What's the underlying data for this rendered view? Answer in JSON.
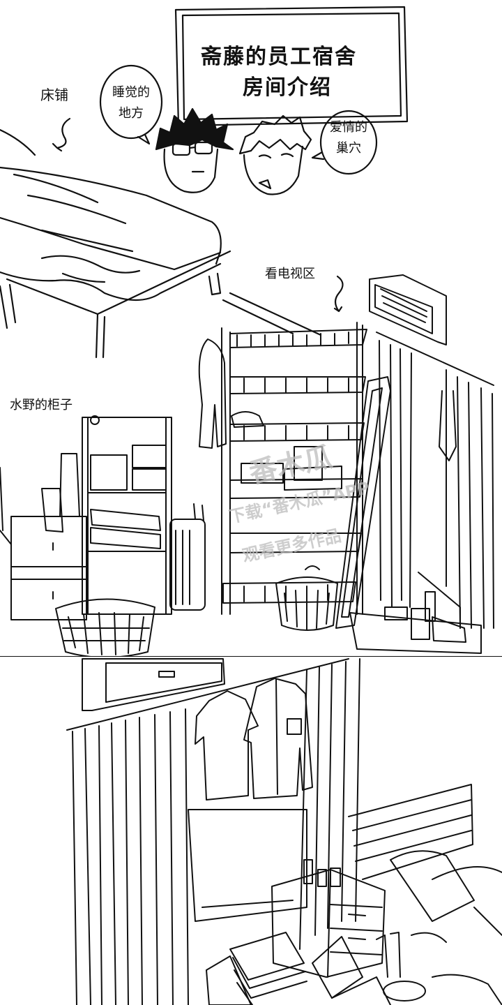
{
  "title": {
    "line1": "斋藤的员工宿舍",
    "line2": "房间介绍"
  },
  "bubbles": {
    "left": {
      "line1": "睡觉的",
      "line2": "地方"
    },
    "right": {
      "line1": "爱情的",
      "line2": "巢穴"
    }
  },
  "labels": {
    "bed": "床铺",
    "tv_area": "看电视区",
    "cabinet": "水野的柜子"
  },
  "watermark": {
    "line1": "番木瓜",
    "line2": "下载“番木瓜”APP",
    "line3": "观看更多作品"
  }
}
